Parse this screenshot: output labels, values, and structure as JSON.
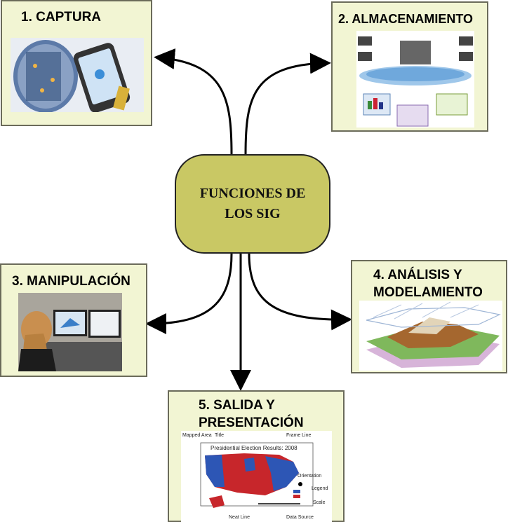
{
  "center": {
    "line1": "FUNCIONES DE",
    "line2": "LOS SIG"
  },
  "boxes": {
    "captura": {
      "title": "1. CAPTURA"
    },
    "almacenamiento": {
      "title": "2. ALMACENAMIENTO"
    },
    "manipulacion": {
      "title": "3. MANIPULACIÓN"
    },
    "analisis": {
      "line1": "4. ANÁLISIS Y",
      "line2": "MODELAMIENTO"
    },
    "salida": {
      "line1": "5. SALIDA Y",
      "line2": "PRESENTACIÓN"
    }
  },
  "map_figure": {
    "title_label": "Title",
    "frame_line": "Frame Line",
    "mapped_area": "Mapped Area",
    "heading": "Presidential Election Results: 2008",
    "orientation": "Orientation",
    "legend": "Legend",
    "scale": "Scale",
    "neat_line": "Neat Line",
    "data_source": "Data Source"
  },
  "colors": {
    "center_fill": "#c9c864",
    "box_fill": "#f2f5d3",
    "arrow": "#000000"
  }
}
